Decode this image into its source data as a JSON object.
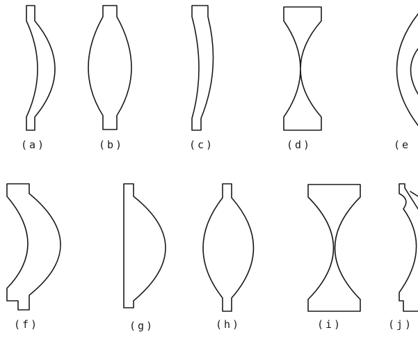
{
  "figure": {
    "stroke_color": "#1a1a1a",
    "background_color": "#ffffff",
    "lenses": [
      {
        "id": "a",
        "label": "(a)"
      },
      {
        "id": "b",
        "label": "(b)"
      },
      {
        "id": "c",
        "label": "(c)"
      },
      {
        "id": "d",
        "label": "(d)"
      },
      {
        "id": "e",
        "label": "(e"
      },
      {
        "id": "f",
        "label": "(f)"
      },
      {
        "id": "g",
        "label": "(g)"
      },
      {
        "id": "h",
        "label": "(h)"
      },
      {
        "id": "i",
        "label": "(i)"
      },
      {
        "id": "j",
        "label": "(j)"
      }
    ]
  }
}
